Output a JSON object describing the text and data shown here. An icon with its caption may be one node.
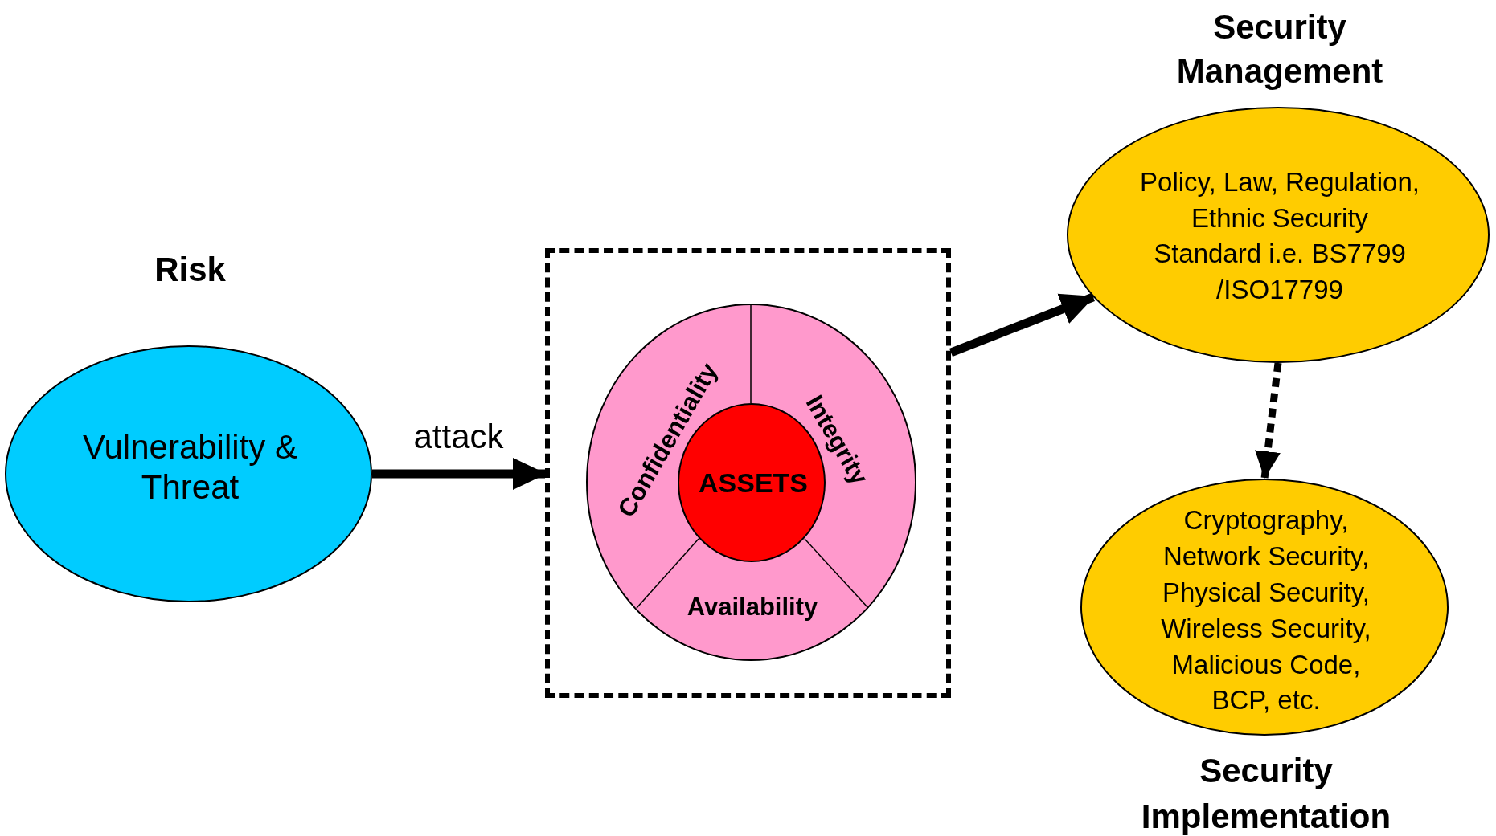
{
  "diagram": {
    "nodes": [
      {
        "text": [
          "Risk",
          "Vulnerability & Threat"
        ]
      },
      {
        "text": [],
        "shape": "box"
      },
      {
        "text": [
          "Confidentiality",
          "Integrity",
          "Availability"
        ],
        "in": 1
      },
      {
        "text": [
          "ASSETS"
        ],
        "in": 2
      },
      {
        "text": [
          "Security Management",
          "Policy, Law, Regulation, Ethnic Security Standard i.e. BS7799 /ISO17799"
        ]
      },
      {
        "text": [
          "Cryptography, Network Security, Physical Security, Wireless Security, Malicious Code, BCP, etc.",
          "Security Implementation"
        ]
      }
    ],
    "edges": [
      {
        "from": 0,
        "to": 1,
        "arrow": "to",
        "label": "attack"
      },
      {
        "from": 1,
        "to": 4,
        "arrow": "to"
      },
      {
        "from": 4,
        "to": 5,
        "arrow": "to",
        "style": "dashed"
      }
    ]
  }
}
